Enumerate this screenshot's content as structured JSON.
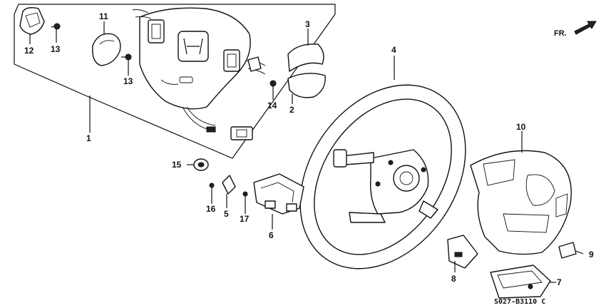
{
  "diagram": {
    "callouts": [
      {
        "id": "c1",
        "text": "1"
      },
      {
        "id": "c2",
        "text": "2"
      },
      {
        "id": "c3",
        "text": "3"
      },
      {
        "id": "c4",
        "text": "4"
      },
      {
        "id": "c5",
        "text": "5"
      },
      {
        "id": "c6",
        "text": "6"
      },
      {
        "id": "c7",
        "text": "7"
      },
      {
        "id": "c8",
        "text": "8"
      },
      {
        "id": "c9",
        "text": "9"
      },
      {
        "id": "c10",
        "text": "10"
      },
      {
        "id": "c11",
        "text": "11"
      },
      {
        "id": "c12",
        "text": "12"
      },
      {
        "id": "c13a",
        "text": "13"
      },
      {
        "id": "c13b",
        "text": "13"
      },
      {
        "id": "c14",
        "text": "14"
      },
      {
        "id": "c15",
        "text": "15"
      },
      {
        "id": "c16",
        "text": "16"
      },
      {
        "id": "c17",
        "text": "17"
      }
    ],
    "direction_label": "FR.",
    "drawing_code": "S027-B3110 C"
  }
}
